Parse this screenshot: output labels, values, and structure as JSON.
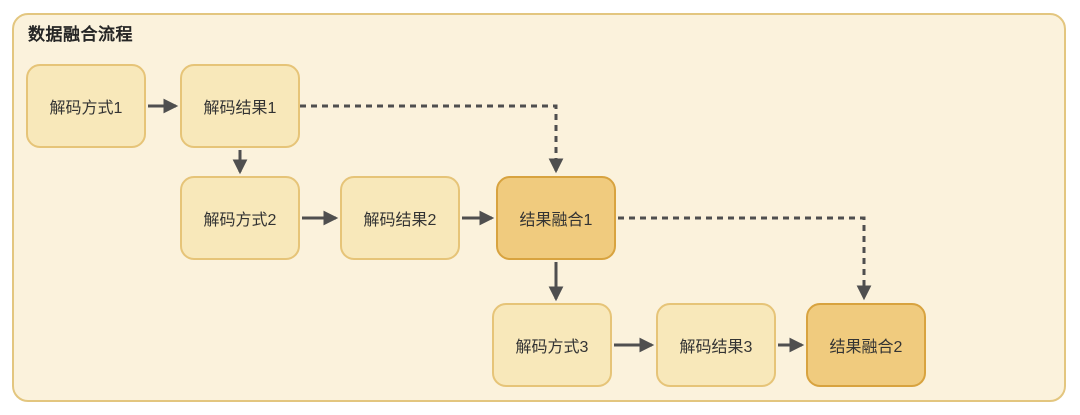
{
  "diagram": {
    "title": "数据融合流程",
    "type": "flowchart",
    "nodes": [
      {
        "id": "decode-method-1",
        "label": "解码方式1",
        "kind": "normal"
      },
      {
        "id": "decode-result-1",
        "label": "解码结果1",
        "kind": "normal"
      },
      {
        "id": "decode-method-2",
        "label": "解码方式2",
        "kind": "normal"
      },
      {
        "id": "decode-result-2",
        "label": "解码结果2",
        "kind": "normal"
      },
      {
        "id": "result-fusion-1",
        "label": "结果融合1",
        "kind": "fusion"
      },
      {
        "id": "decode-method-3",
        "label": "解码方式3",
        "kind": "normal"
      },
      {
        "id": "decode-result-3",
        "label": "解码结果3",
        "kind": "normal"
      },
      {
        "id": "result-fusion-2",
        "label": "结果融合2",
        "kind": "fusion"
      }
    ],
    "edges": [
      {
        "from": "解码方式1",
        "to": "解码结果1",
        "style": "solid"
      },
      {
        "from": "解码结果1",
        "to": "解码方式2",
        "style": "solid"
      },
      {
        "from": "解码方式2",
        "to": "解码结果2",
        "style": "solid"
      },
      {
        "from": "解码结果2",
        "to": "结果融合1",
        "style": "solid"
      },
      {
        "from": "解码结果1",
        "to": "结果融合1",
        "style": "dashed"
      },
      {
        "from": "结果融合1",
        "to": "解码方式3",
        "style": "solid"
      },
      {
        "from": "解码方式3",
        "to": "解码结果3",
        "style": "solid"
      },
      {
        "from": "解码结果3",
        "to": "结果融合2",
        "style": "solid"
      },
      {
        "from": "结果融合1",
        "to": "结果融合2",
        "style": "dashed"
      }
    ],
    "colors": {
      "canvas_bg": "#ffffff",
      "container_fill": "#FBF2DC",
      "container_border": "#E3C67F",
      "node_fill": "#F8E8BA",
      "node_border": "#E6C478",
      "fusion_fill": "#F0CB7E",
      "fusion_border": "#D8A33F",
      "arrow": "#4F4F4F",
      "text": "#333333",
      "title_text": "#262626"
    }
  }
}
